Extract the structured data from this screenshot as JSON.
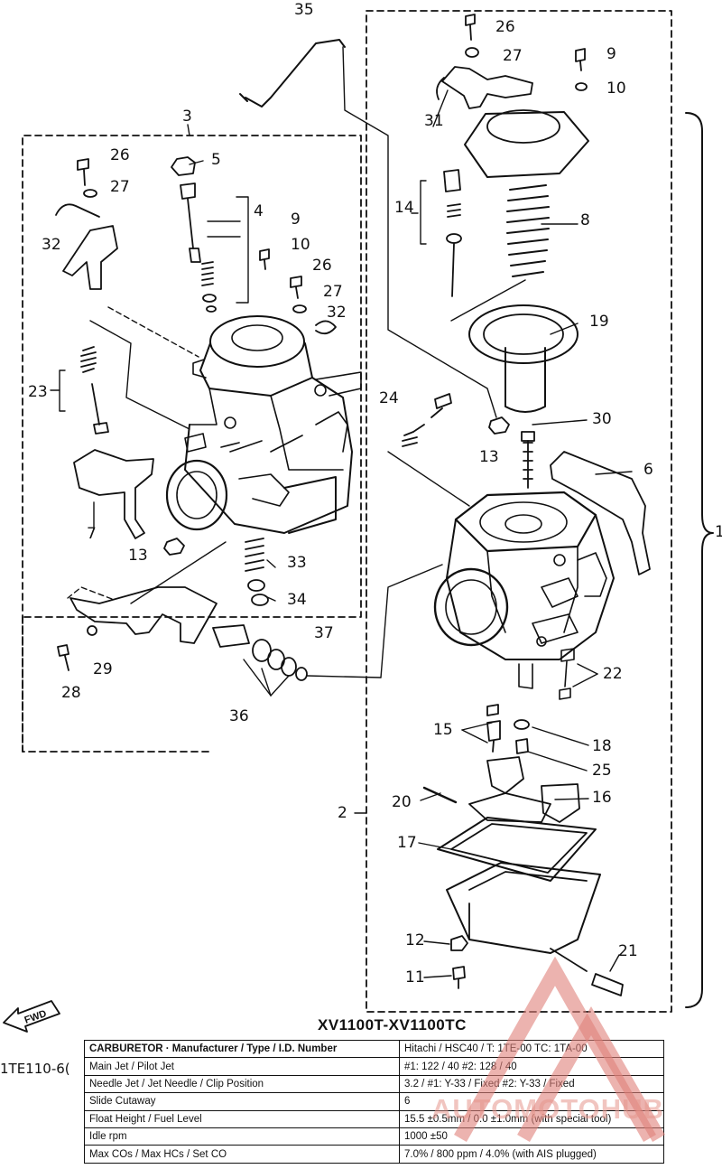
{
  "callouts": {
    "n35": "35",
    "n3": "3",
    "n26a": "26",
    "n27a": "27",
    "n32a": "32",
    "n5": "5",
    "n4": "4",
    "n9a": "9",
    "n10a": "10",
    "n26b": "26",
    "n27b": "27",
    "n32b": "32",
    "n23": "23",
    "n7": "7",
    "n13a": "13",
    "n33": "33",
    "n34": "34",
    "n37": "37",
    "n29": "29",
    "n28": "28",
    "n36": "36",
    "n26c": "26",
    "n27c": "27",
    "n9b": "9",
    "n10b": "10",
    "n31": "31",
    "n14": "14",
    "n8": "8",
    "n19": "19",
    "n24": "24",
    "n30": "30",
    "n13b": "13",
    "n6": "6",
    "n22": "22",
    "n15": "15",
    "n18": "18",
    "n25": "25",
    "n2": "2",
    "n20": "20",
    "n16": "16",
    "n17": "17",
    "n12": "12",
    "n21": "21",
    "n11": "11",
    "n1": "1"
  },
  "model_title": "XV1100T-XV1100TC",
  "part_code": "1TE110-6(",
  "fwd_label": "FWD",
  "spec_table": {
    "rows": [
      {
        "label": "CARBURETOR · Manufacturer / Type / I.D. Number",
        "value": "Hitachi / HSC40 / T: 1TE-00          TC: 1TA-00"
      },
      {
        "label": "Main Jet / Pilot Jet",
        "value": "#1: 122 / 40          #2: 128 / 40"
      },
      {
        "label": "Needle Jet / Jet Needle / Clip Position",
        "value": "3.2 / #1: Y-33 / Fixed          #2: Y-33 / Fixed"
      },
      {
        "label": "Slide Cutaway",
        "value": "6"
      },
      {
        "label": "Float Height / Fuel Level",
        "value": "15.5 ±0.5mm / 0.0 ±1.0mm (with special tool)"
      },
      {
        "label": "Idle rpm",
        "value": "1000 ±50"
      },
      {
        "label": "Max COs / Max HCs / Set CO",
        "value": "7.0% / 800 ppm / 4.0% (with AIS plugged)"
      }
    ]
  },
  "watermark": {
    "text": "AUTOMOTOHUB",
    "color": "#e0807a"
  }
}
